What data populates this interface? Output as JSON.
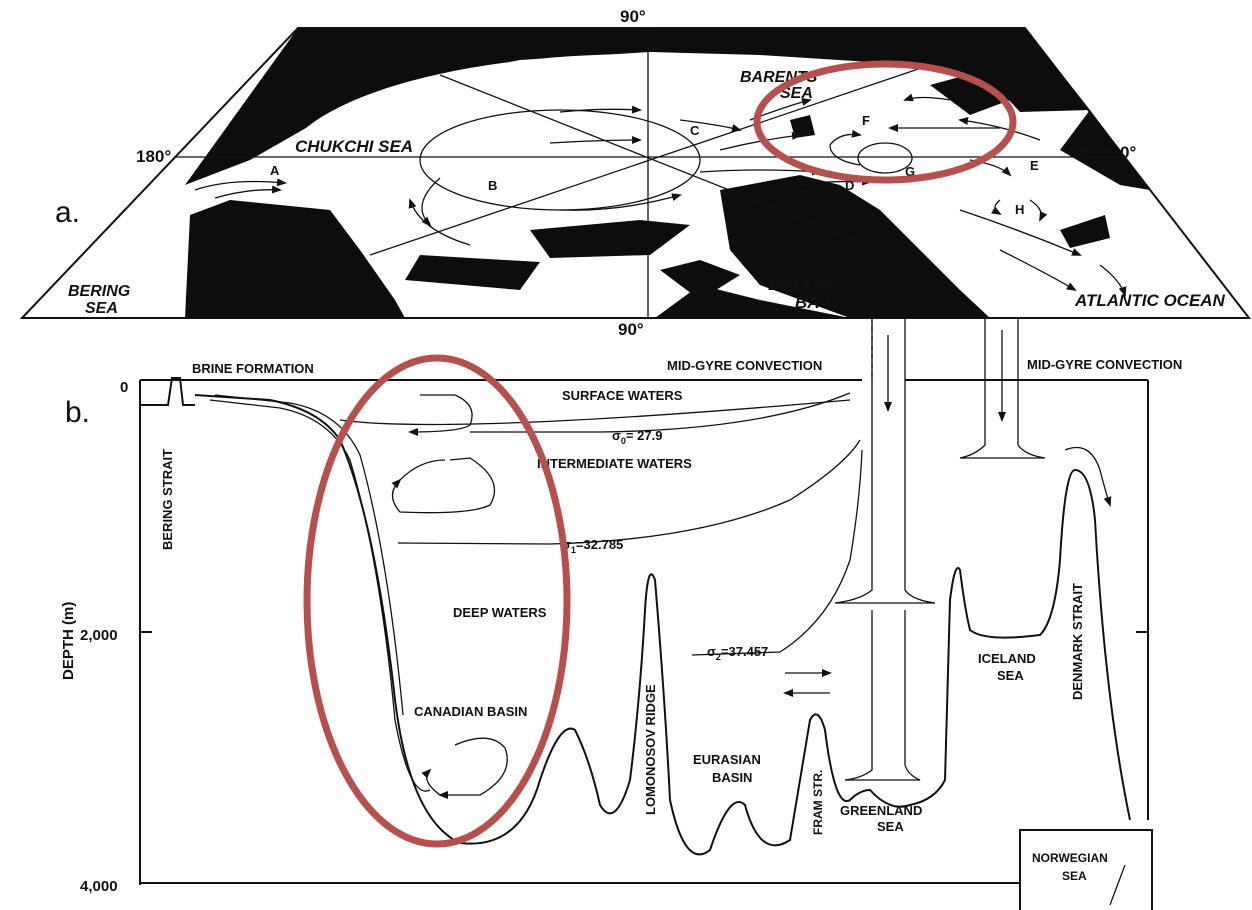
{
  "panel_a": {
    "panel_label": "a.",
    "deg_top": "90°",
    "deg_bottom": "90°",
    "deg_left": "180°",
    "deg_right": "0°",
    "seas": {
      "chukchi": "CHUKCHI SEA",
      "barents_1": "BARENTS",
      "barents_2": "SEA",
      "bering_1": "BERING",
      "bering_2": "SEA",
      "baffin_1": "BAFFIN",
      "baffin_2": "BAY",
      "atlantic": "ATLANTIC OCEAN"
    },
    "letters": {
      "a": "A",
      "b": "B",
      "c": "C",
      "d": "D",
      "e": "E",
      "f": "F",
      "g": "G",
      "h": "H"
    }
  },
  "panel_b": {
    "panel_label": "b.",
    "brine": "BRINE FORMATION",
    "convection_1": "MID-GYRE CONVECTION",
    "convection_2": "MID-GYRE CONVECTION",
    "surface": "SURFACE WATERS",
    "sigma0": "= 27.9",
    "intermediate": "INTERMEDIATE WATERS",
    "sigma1": "=32.785",
    "deep": "DEEP WATERS",
    "sigma2": "=37.457",
    "canadian": "CANADIAN BASIN",
    "eurasian_1": "EURASIAN",
    "eurasian_2": "BASIN",
    "lomonosov": "LOMONOSOV RIDGE",
    "fram": "FRAM STR.",
    "greenland_1": "GREENLAND",
    "greenland_2": "SEA",
    "iceland_1": "ICELAND",
    "iceland_2": "SEA",
    "denmark": "DENMARK STRAIT",
    "bering_strait": "BERING STRAIT",
    "norwegian_1": "NORWEGIAN",
    "norwegian_2": "SEA",
    "depth_axis": "DEPTH (m)",
    "ticks": [
      "0",
      "2,000",
      "4,000"
    ]
  },
  "colors": {
    "highlight": "#b5504c",
    "ink": "#111111"
  }
}
